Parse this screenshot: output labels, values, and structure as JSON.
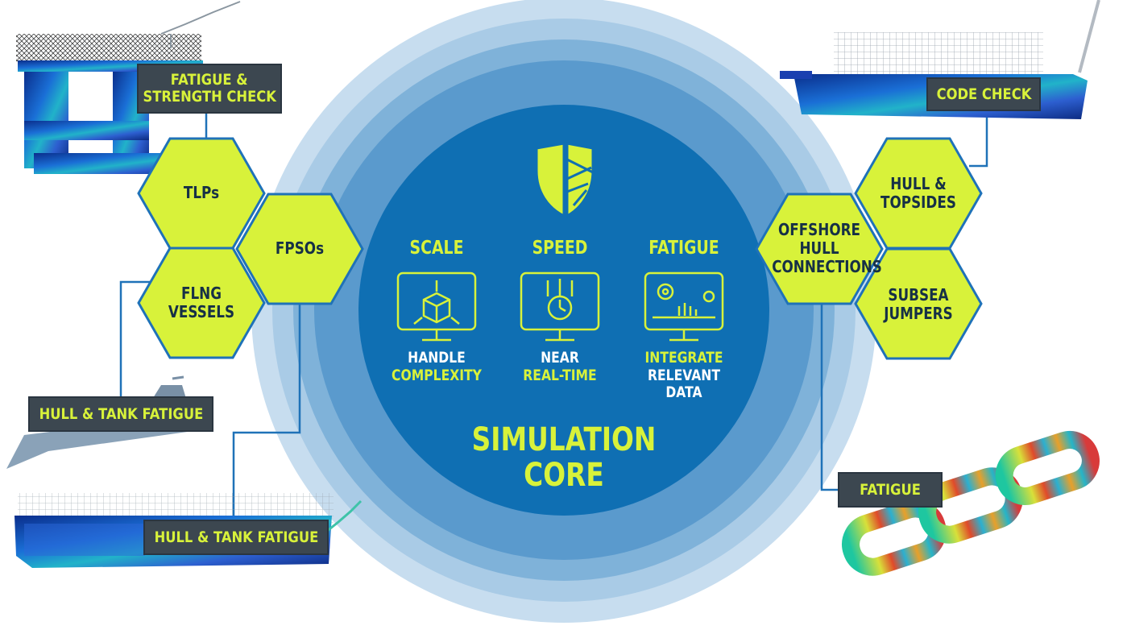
{
  "center": {
    "title_line1": "SIMULATION",
    "title_line2": "CORE",
    "logo": "shield-logo-icon",
    "pillars": [
      {
        "heading": "SCALE",
        "icon": "cube-monitor-icon",
        "line1": "HANDLE",
        "line2": "COMPLEXITY"
      },
      {
        "heading": "SPEED",
        "icon": "stopwatch-monitor-icon",
        "line1": "NEAR",
        "line2": "REAL-TIME"
      },
      {
        "heading": "FATIGUE",
        "icon": "gear-dashboard-monitor-icon",
        "line1": "INTEGRATE",
        "line2": "RELEVANT DATA"
      }
    ]
  },
  "left": {
    "hexes": {
      "tlps": "TLPs",
      "fpsos": "FPSOs",
      "flng_line1": "FLNG",
      "flng_line2": "VESSELS"
    },
    "tags": {
      "top_line1": "FATIGUE &",
      "top_line2": "STRENGTH CHECK",
      "middle": "HULL & TANK FATIGUE",
      "bottom": "HULL & TANK FATIGUE"
    }
  },
  "right": {
    "hexes": {
      "hull_line1": "HULL &",
      "hull_line2": "TOPSIDES",
      "offshore_line1": "OFFSHORE",
      "offshore_line2": "HULL",
      "offshore_line3": "CONNECTIONS",
      "subsea_line1": "SUBSEA",
      "subsea_line2": "JUMPERS"
    },
    "tags": {
      "top": "CODE CHECK",
      "bottom": "FATIGUE"
    }
  },
  "colors": {
    "core_blue": "#0f6fb3",
    "ring_1": "#c7ddef",
    "ring_2": "#a9cbe6",
    "ring_3": "#7fb2d9",
    "ring_4": "#5a9acd",
    "accent_yellow": "#d8f23a",
    "tag_bg": "#3c4750",
    "connector_blue": "#1f72b8"
  }
}
